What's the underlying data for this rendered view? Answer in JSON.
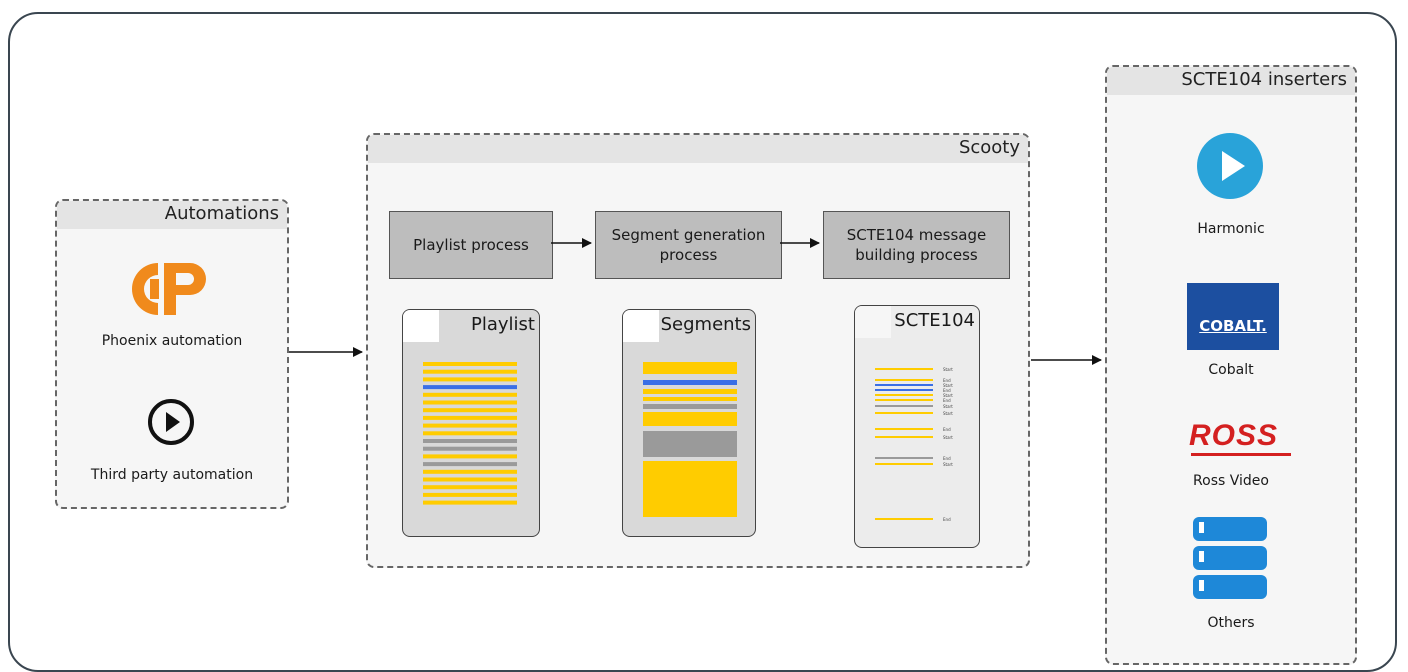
{
  "automations": {
    "title": "Automations",
    "items": [
      {
        "label": "Phoenix automation",
        "icon": "phoenix-logo-icon"
      },
      {
        "label": "Third party automation",
        "icon": "play-circle-icon"
      }
    ]
  },
  "scooty": {
    "title": "Scooty",
    "processes": [
      {
        "line1": "Playlist process",
        "line2": ""
      },
      {
        "line1": "Segment generation",
        "line2": "process"
      },
      {
        "line1": "SCTE104 message",
        "line2": "building process"
      }
    ],
    "cards": [
      {
        "title": "Playlist"
      },
      {
        "title": "Segments"
      },
      {
        "title": "SCTE104"
      }
    ],
    "scte_labels": [
      "Start",
      "End",
      "Start",
      "End",
      "Start",
      "End",
      "Start",
      "Start",
      "End",
      "Start",
      "End",
      "Start",
      "End"
    ]
  },
  "inserters": {
    "title": "SCTE104 inserters",
    "items": [
      {
        "label": "Harmonic",
        "icon": "harmonic-play-icon"
      },
      {
        "label": "Cobalt",
        "icon": "cobalt-logo-icon",
        "logo_text": "COBALT."
      },
      {
        "label": "Ross Video",
        "icon": "ross-logo-icon",
        "logo_text": "ROSS"
      },
      {
        "label": "Others",
        "icon": "server-stack-icon"
      }
    ]
  },
  "colors": {
    "yellow": "#ffcc00",
    "blue": "#3a6fe6",
    "gray": "#9a9a9a",
    "phoenix_orange": "#f08a1c",
    "harmonic_blue": "#29a3d9",
    "cobalt_blue": "#1c4fa0",
    "ross_red": "#d42020",
    "server_blue": "#1e88d8"
  }
}
